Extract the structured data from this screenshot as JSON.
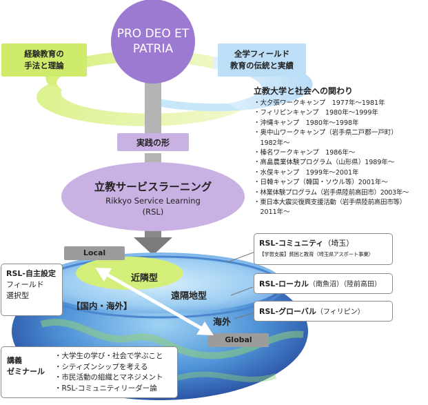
{
  "motto": {
    "line1": "PRO DEO ET",
    "line2": "PATRIA"
  },
  "left_note": {
    "line1": "経験教育の",
    "line2": "手法と理論"
  },
  "right_note": {
    "line1": "全学フィールド",
    "line2": "教育の伝統と実績"
  },
  "practice_label": "実践の形",
  "rsl": {
    "title": "立教サービスラーニング",
    "english": "Rikkyo Service Learning",
    "abbr": "(RSL)"
  },
  "history": {
    "title": "立教大学と社会への関わり",
    "items": [
      "・大夕張ワークキャンプ　1977年〜1981年",
      "・フィリピンキャンプ　1980年〜1999年",
      "・沖縄キャンプ　1980年〜1998年",
      "・奥中山ワークキャンプ（岩手県二戸郡一戸町）",
      "　1982年〜",
      "・榛名ワークキャンプ　1986年〜",
      "・高畠農業体験プログラム（山形県）1989年〜",
      "・水俣キャンプ　1999年〜2001年",
      "・日韓キャンプ（韓国・ソウル等）2001年〜",
      "・林業体験プログラム（岩手県陸前高田市）2003年〜",
      "・東日本大震災復興支援活動（岩手県陸前高田市等）",
      "　2011年〜"
    ]
  },
  "labels": {
    "local": "Local",
    "global": "Global",
    "domestic_overseas": "【国内・海外】"
  },
  "zones": {
    "near": "近隣型",
    "remote": "遠隔地型",
    "overseas": "海外"
  },
  "self_setting": {
    "title": "RSL-自主設定",
    "line1": "フィールド",
    "line2": "選択型"
  },
  "programs": {
    "community": {
      "title": "RSL-コミュニティ",
      "place": "（埼玉）",
      "note": "【学習支援】貧困と教育（埼玉県アスポート事業）"
    },
    "local": {
      "title": "RSL-ローカル",
      "place": "（南魚沼）（陸前高田）"
    },
    "global": {
      "title": "RSL-グローバル",
      "place": "（フィリピン）"
    }
  },
  "lectures": {
    "label1": "講義",
    "label2": "ゼミナール",
    "items": [
      "・大学生の学び・社会で学ぶこと",
      "・シティズンシップを考える",
      "・市民活動の組織とマネジメント",
      "・RSL-コミュニティリーダー論"
    ]
  },
  "colors": {
    "purple": "#9d7ad2",
    "light_purple": "#c9b1e3",
    "green": "#cfeb6b",
    "light_blue": "#bcdff7",
    "globe_blue": "#3d74c4",
    "gray_arrow": "#7b7b7b"
  }
}
